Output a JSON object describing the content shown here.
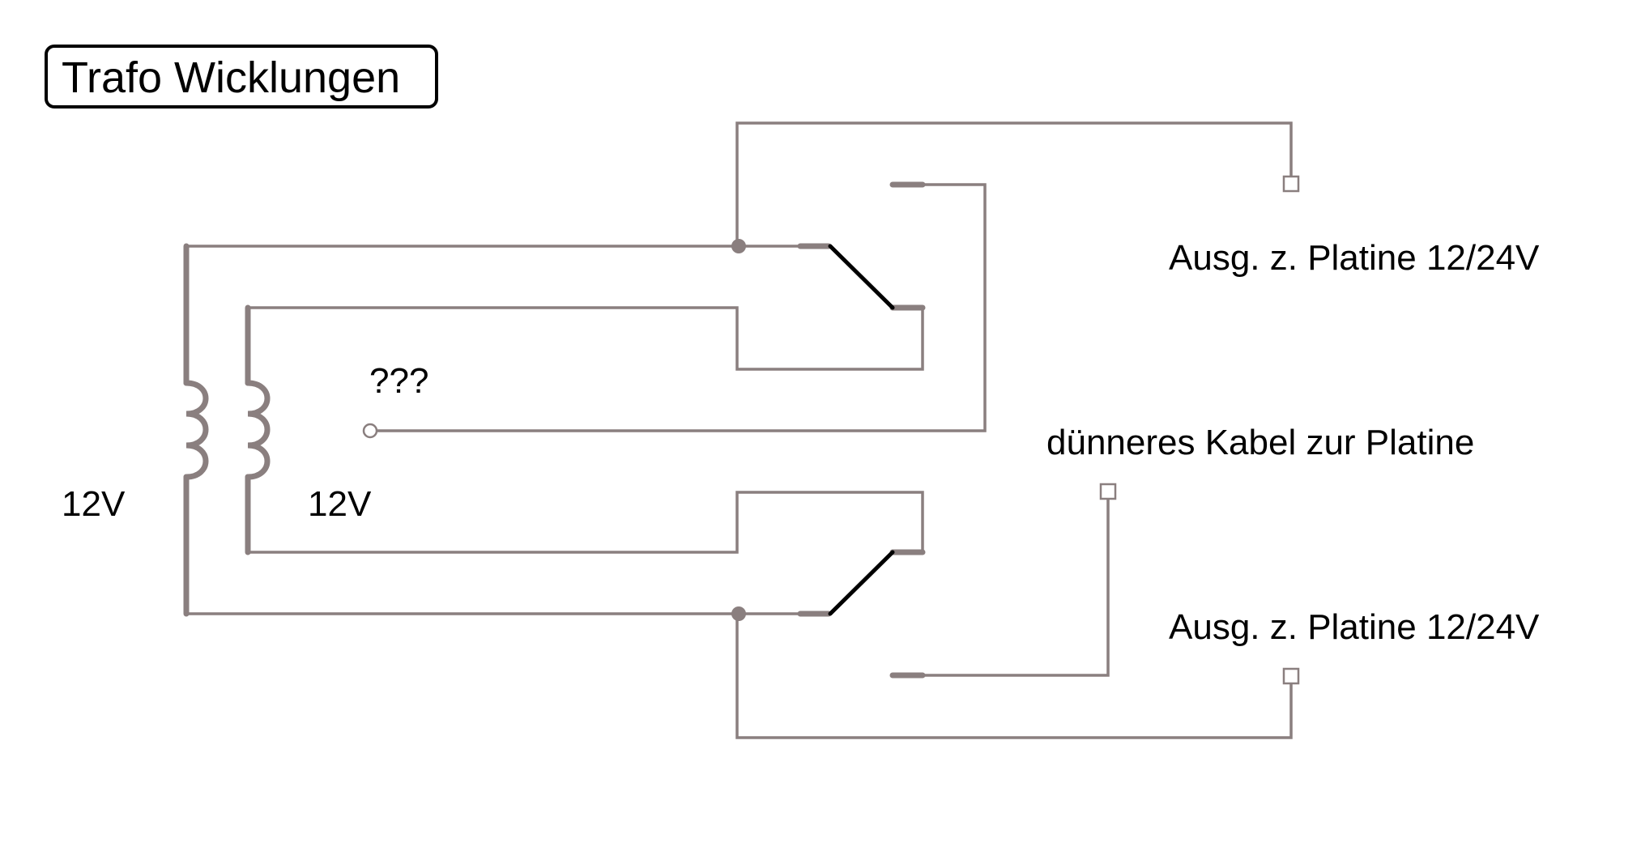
{
  "title": "Trafo Wicklungen",
  "labels": {
    "winding_primary_voltage": "12V",
    "winding_secondary_voltage": "12V",
    "unknown_wire": "???",
    "output_top": "Ausg. z. Platine 12/24V",
    "output_bottom": "Ausg. z. Platine 12/24V",
    "thin_cable": "dünneres Kabel zur Platine"
  },
  "colors": {
    "wire": "#8a7f7f",
    "switch_lever": "#000000",
    "text": "#000000",
    "background": "#ffffff"
  }
}
